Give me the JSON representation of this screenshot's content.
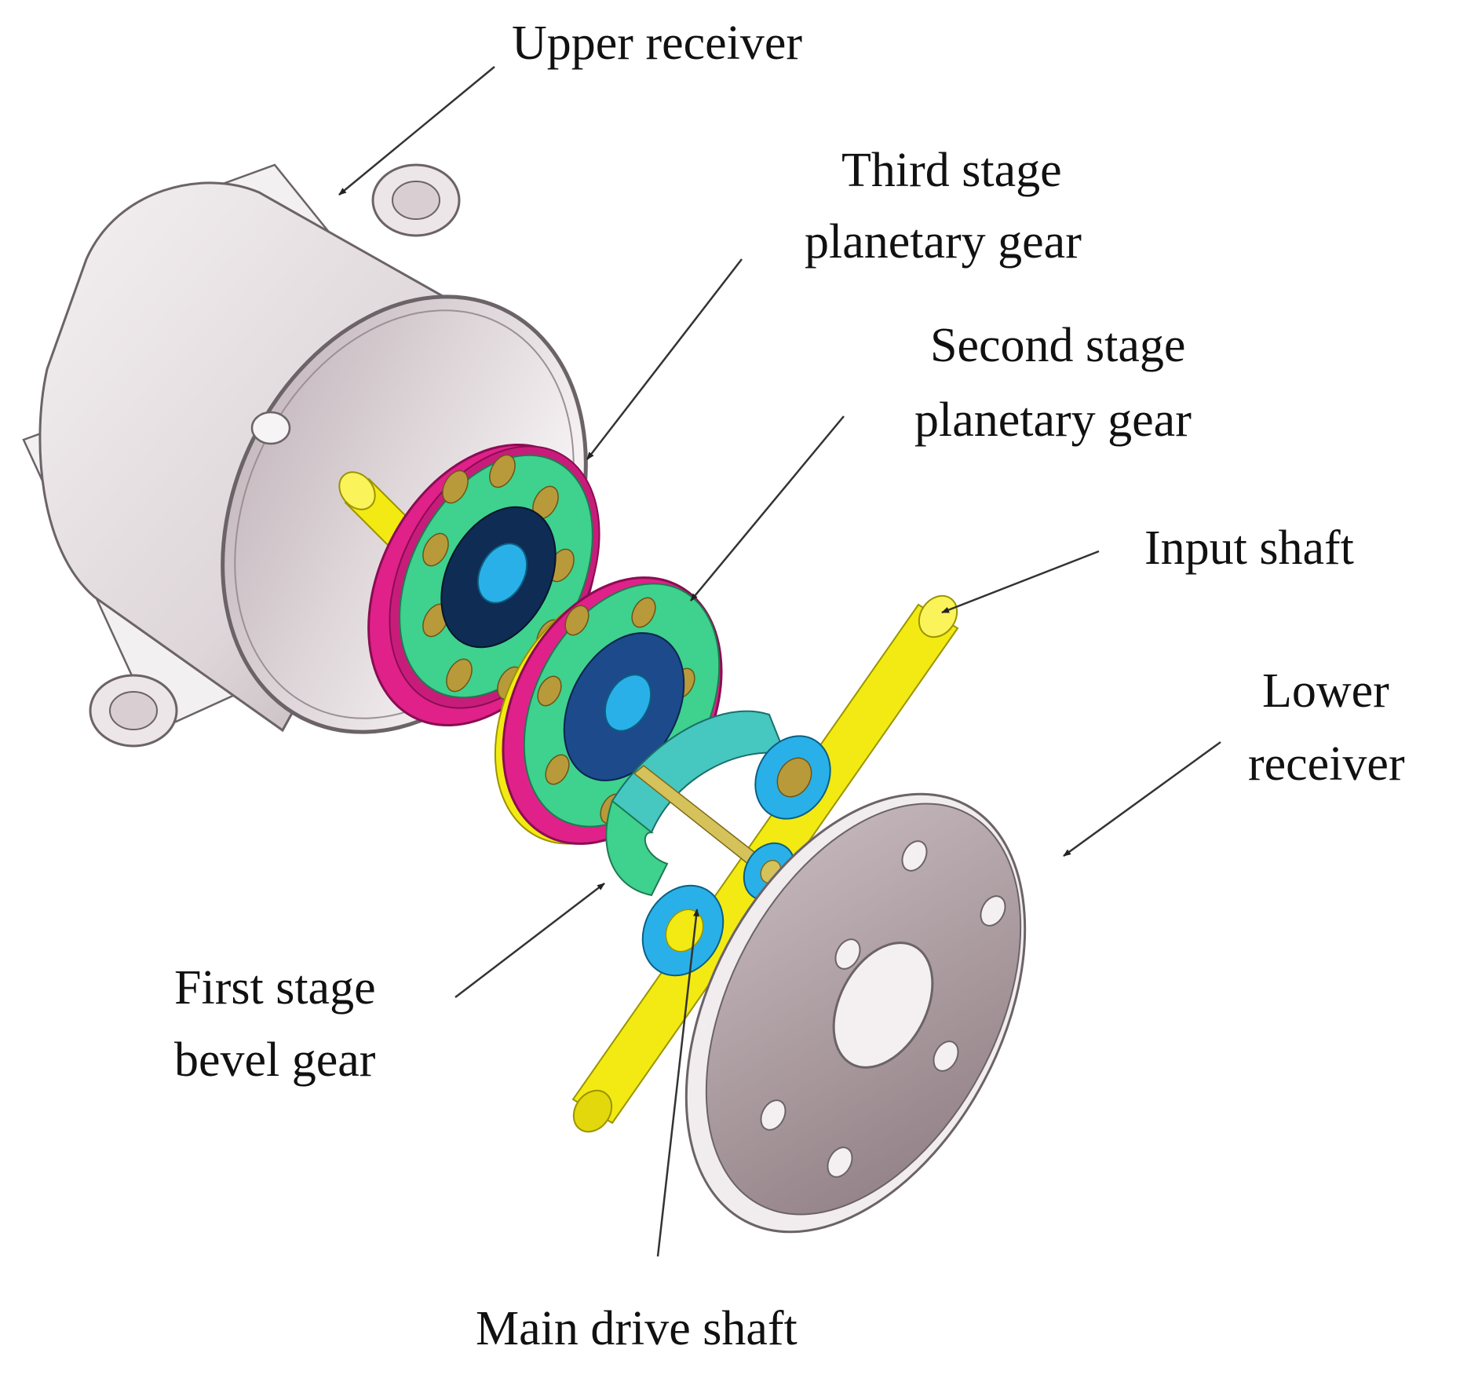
{
  "labels": {
    "upper_receiver": "Upper receiver",
    "third_stage_line1": "Third stage",
    "third_stage_line2": "planetary gear",
    "second_stage_line1": "Second stage",
    "second_stage_line2": "planetary gear",
    "input_shaft": "Input shaft",
    "lower_receiver_line1": "Lower",
    "lower_receiver_line2": "receiver",
    "first_stage_line1": "First stage",
    "first_stage_line2": "bevel gear",
    "main_drive_shaft": "Main drive shaft"
  },
  "colors": {
    "housing": "#e9e4e6",
    "housing_shade": "#cfc5c9",
    "shaft": "#f2ea12",
    "ring_gear": "#e0218a",
    "planet": "#b89a3a",
    "carrier": "#3fd18e",
    "hub": "#0f2c55",
    "sun": "#2ab0e8",
    "bevel": "#46c7c0",
    "lower_plate": "#a39196"
  }
}
